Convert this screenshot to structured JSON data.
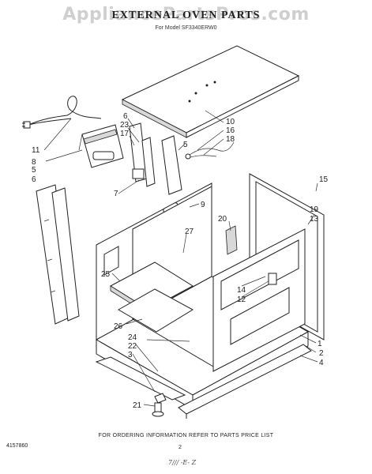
{
  "header": {
    "watermark": "AppliancePartsPros.com",
    "title": "EXTERNAL OVEN PARTS",
    "model_line": "For Model SF3340ERW0"
  },
  "callouts": [
    "6",
    "23",
    "17",
    "7",
    "11",
    "8",
    "5",
    "6",
    "10",
    "16",
    "18",
    "5",
    "9",
    "20",
    "27",
    "25",
    "15",
    "19",
    "13",
    "14",
    "12",
    "1",
    "2",
    "4",
    "24",
    "22",
    "3",
    "26",
    "21"
  ],
  "footer": {
    "ordering_note": "FOR ORDERING INFORMATION REFER TO PARTS PRICE LIST",
    "doc_number": "4157860",
    "page_number": "2",
    "handwritten_note": "7/// -E- Z"
  }
}
